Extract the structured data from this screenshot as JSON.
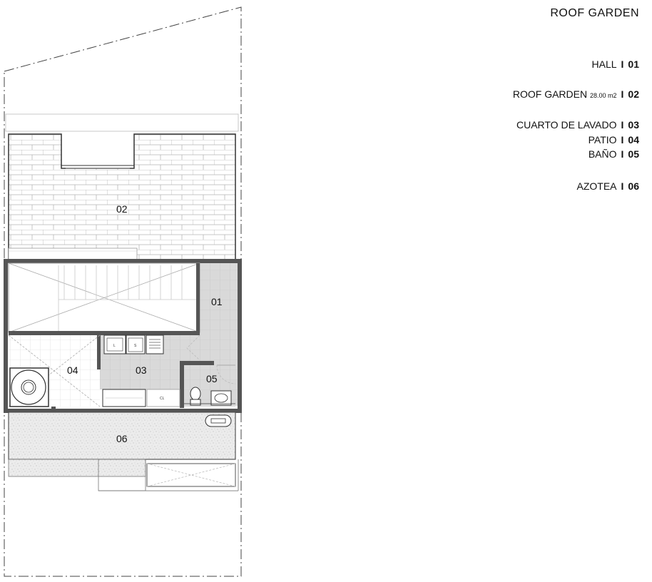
{
  "legend": {
    "title": "ROOF GARDEN",
    "separator": "I",
    "items": [
      {
        "name": "HALL",
        "area": "",
        "code": "01"
      },
      {
        "name": "ROOF GARDEN",
        "area": "28.00 m2",
        "code": "02"
      },
      {
        "name": "CUARTO DE LAVADO",
        "area": "",
        "code": "03"
      },
      {
        "name": "PATIO",
        "area": "",
        "code": "04"
      },
      {
        "name": "BAÑO",
        "area": "",
        "code": "05"
      },
      {
        "name": "AZOTEA",
        "area": "",
        "code": "06"
      }
    ]
  },
  "plan": {
    "rooms": [
      "01",
      "02",
      "03",
      "04",
      "05",
      "06"
    ],
    "fixture_labels": {
      "sink": "L",
      "washer": "S",
      "water_heater": "CL"
    }
  },
  "colors": {
    "wall": "#555555",
    "floor_tile": "#d9d9d9",
    "brick_line": "#b5b5b5",
    "gravel": "#e6e6e6",
    "text": "#111111"
  }
}
